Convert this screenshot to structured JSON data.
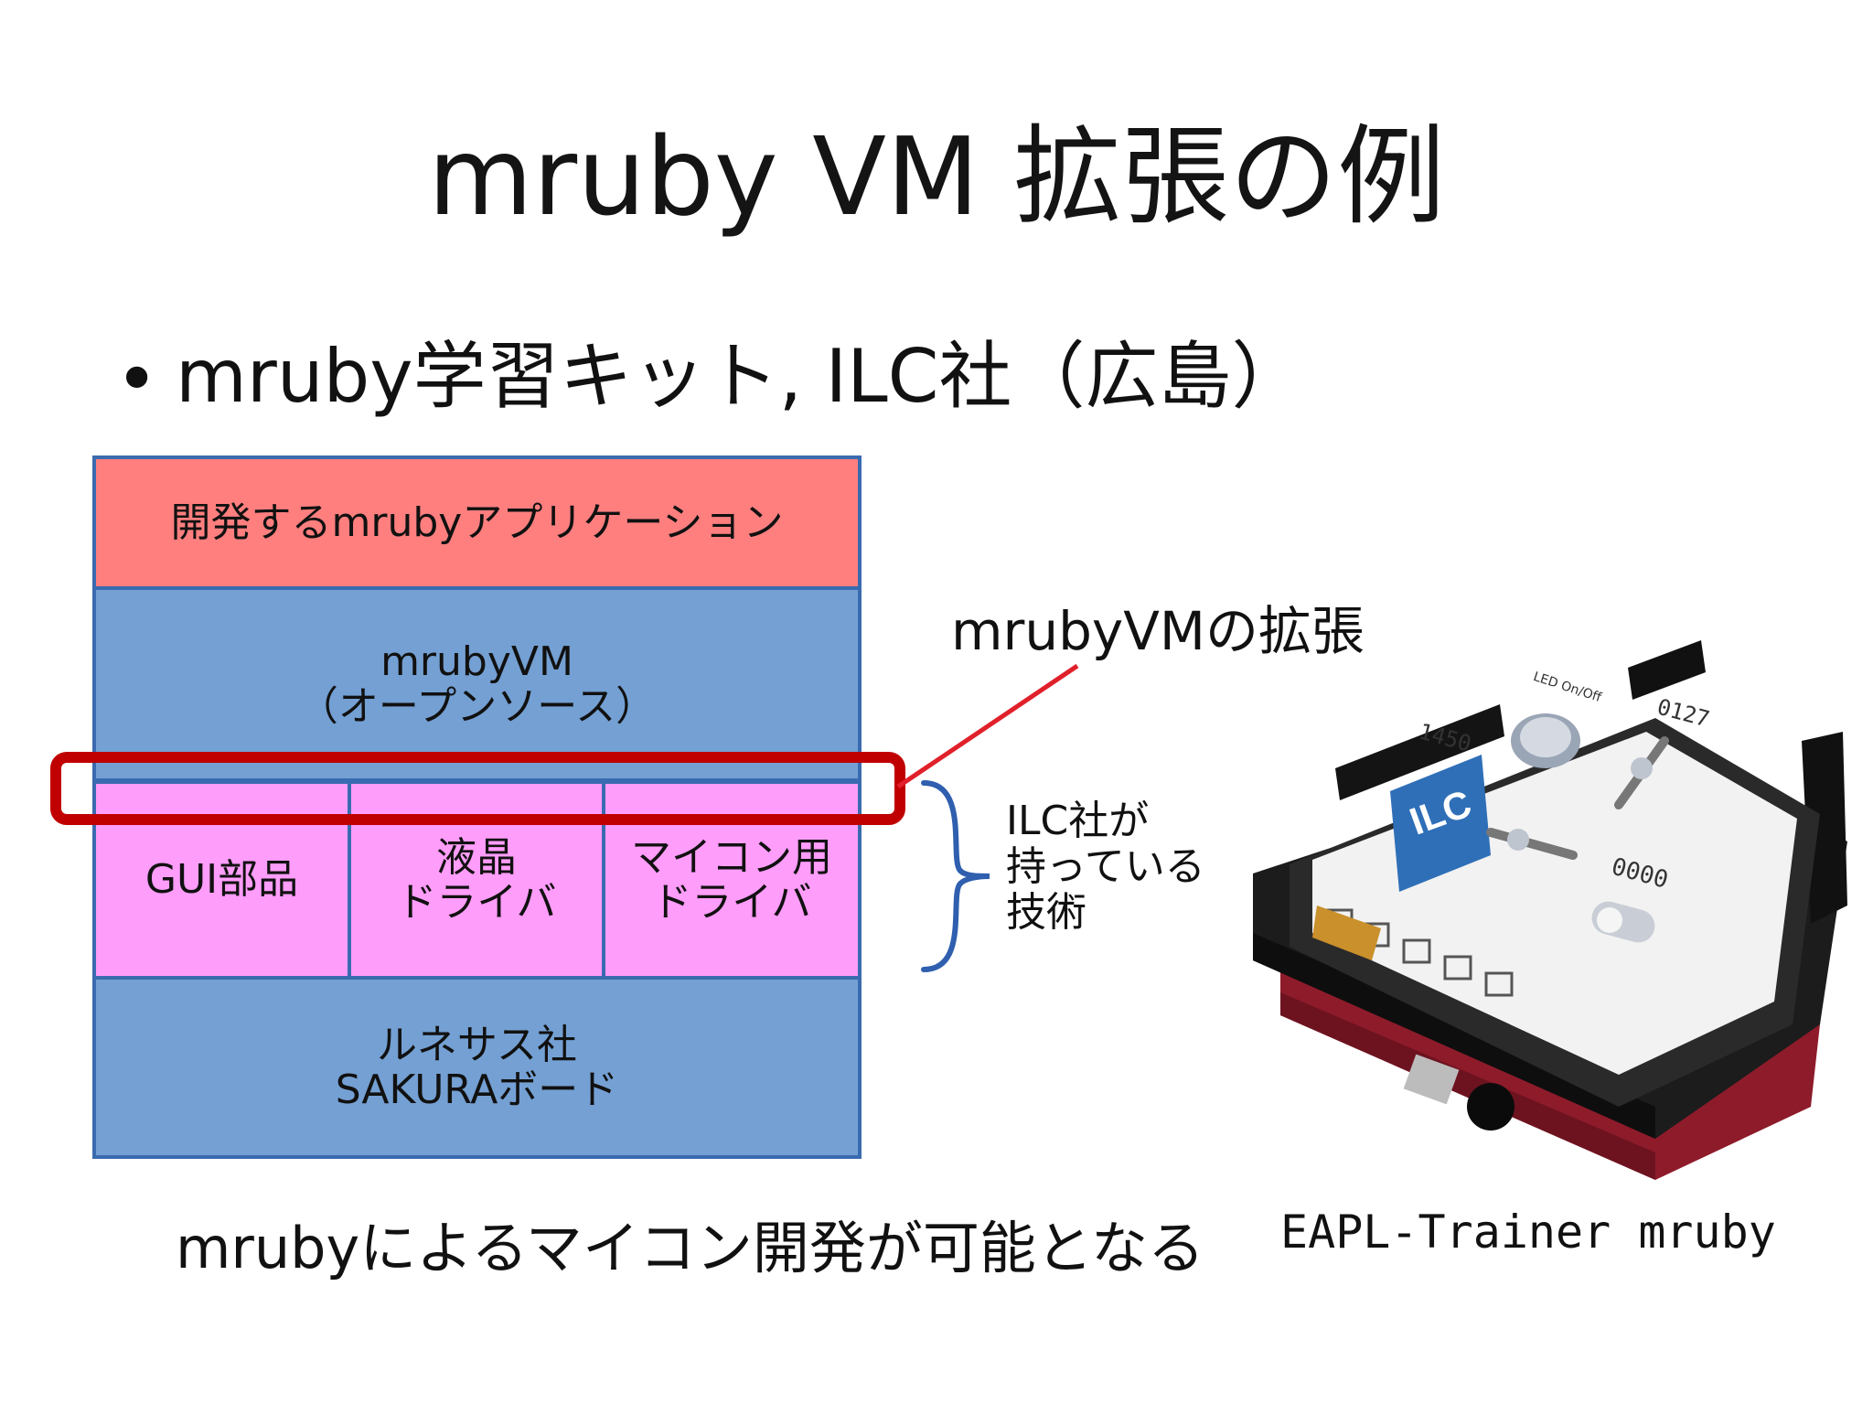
{
  "slide": {
    "title": "mruby VM 拡張の例",
    "bullet_marker": "•",
    "bullet_text": "mruby学習キット, ILC社（広島）"
  },
  "diagram": {
    "app_layer": "開発するmrubyアプリケーション",
    "vm_layer": {
      "line1": "mrubyVM",
      "line2": "（オープンソース）"
    },
    "gui_layer": "GUI部品",
    "lcd_layer": {
      "line1": "液晶",
      "line2": "ドライバ"
    },
    "mcu_layer": {
      "line1": "マイコン用",
      "line2": "ドライバ"
    },
    "board_layer": {
      "line1": "ルネサス社",
      "line2": "SAKURAボード"
    },
    "callout_label": "mrubyVMの拡張",
    "tech_label": {
      "line1": "ILC社が",
      "line2": "持っている",
      "line3": "技術"
    },
    "highlight_color": "#c00000"
  },
  "product": {
    "logo_text": "ILC",
    "screen_readouts": [
      "LED On/Off",
      "1450",
      "0127",
      "0000"
    ],
    "caption": "EAPL-Trainer mruby"
  },
  "footer": {
    "caption": "mrubyによるマイコン開発が可能となる"
  },
  "colors": {
    "app_layer": "#ff7f7f",
    "vm_layer": "#74a0d3",
    "driver_layer": "#ff9dfa",
    "border": "#3a6bb0",
    "callout_line": "#e0202a"
  }
}
